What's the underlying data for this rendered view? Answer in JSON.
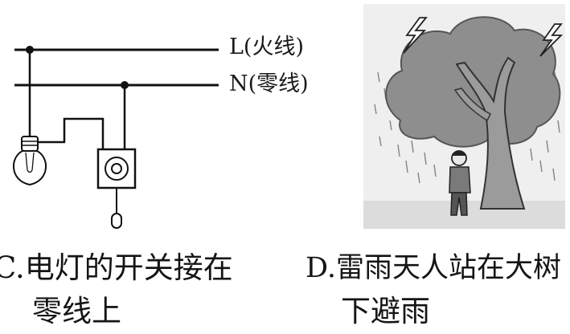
{
  "circuit": {
    "live_label": "L(火线)",
    "neutral_label": "N(零线)"
  },
  "options": {
    "c": {
      "line1": "C.电灯的开关接在",
      "line2": "零线上"
    },
    "d": {
      "line1": "D.雷雨天人站在大树",
      "line2": "下避雨"
    }
  }
}
